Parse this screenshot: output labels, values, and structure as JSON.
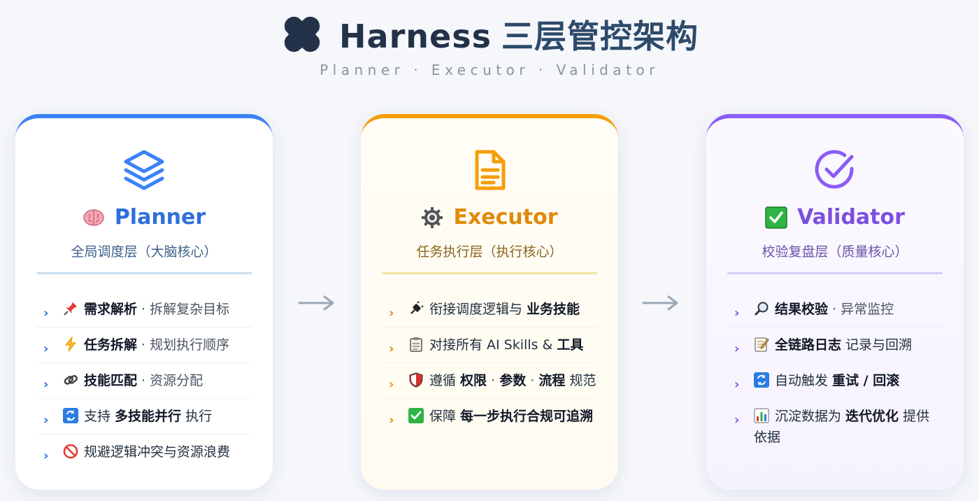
{
  "header": {
    "title_en": "Harness",
    "title_zh": "三层管控架构",
    "subtitle": "Planner · Executor · Validator",
    "logo_icon": "clover-icon"
  },
  "colors": {
    "planner": "#3b82f6",
    "executor": "#f59e0b",
    "validator": "#8b5cf6",
    "title": "#233249"
  },
  "cards": {
    "planner": {
      "icon": "layers-icon",
      "title_emoji": "brain",
      "title": "Planner",
      "subtitle": "全局调度层（大脑核心）",
      "items": [
        {
          "icon": "pushpin",
          "bold": "需求解析",
          "rest": " · 拆解复杂目标"
        },
        {
          "icon": "lightning",
          "bold": "任务拆解",
          "rest": " · 规划执行顺序"
        },
        {
          "icon": "link",
          "bold": "技能匹配",
          "rest": " · 资源分配"
        },
        {
          "icon": "repeat",
          "pre": "支持 ",
          "bold": "多技能并行",
          "rest": " 执行"
        },
        {
          "icon": "prohibited",
          "pre": "规避逻辑冲突与资源浪费"
        }
      ]
    },
    "executor": {
      "icon": "document-icon",
      "title_emoji": "gear",
      "title": "Executor",
      "subtitle": "任务执行层（执行核心）",
      "items": [
        {
          "icon": "plug",
          "pre": "衔接调度逻辑与 ",
          "bold": "业务技能"
        },
        {
          "icon": "clipboard",
          "pre": "对接所有 AI Skills & ",
          "bold": "工具"
        },
        {
          "icon": "shield",
          "pre": "遵循 ",
          "bold": "权限",
          "rest_parts": [
            {
              "t": " · "
            },
            {
              "t": "参数",
              "b": true
            },
            {
              "t": " · "
            },
            {
              "t": "流程",
              "b": true
            },
            {
              "t": " 规范"
            }
          ]
        },
        {
          "icon": "check",
          "pre": "保障 ",
          "bold": "每一步执行合规可追溯"
        }
      ]
    },
    "validator": {
      "icon": "check-circle-icon",
      "title_emoji": "check-box",
      "title": "Validator",
      "subtitle": "校验复盘层（质量核心）",
      "items": [
        {
          "icon": "magnifier",
          "bold": "结果校验",
          "rest": " · 异常监控"
        },
        {
          "icon": "memo",
          "bold": "全链路日志",
          "rest": " 记录与回溯"
        },
        {
          "icon": "repeat",
          "pre": "自动触发 ",
          "bold": "重试 / 回滚"
        },
        {
          "icon": "bar-chart",
          "pre": "沉淀数据为 ",
          "bold": "迭代优化",
          "rest": " 提供依据"
        }
      ]
    }
  },
  "chevron": "›",
  "flow_arrow": "→"
}
